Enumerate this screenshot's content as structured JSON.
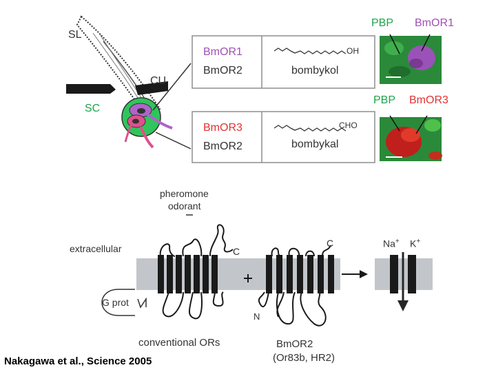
{
  "citation": "Nakagawa et al., Science 2005",
  "top_panel": {
    "sensillum_label": "SL",
    "cuticle_label": "CU",
    "support_cell_label": "SC",
    "colors": {
      "support_cell": "#2fc55a",
      "receptor_purple": "#b064c8",
      "receptor_pink": "#e0508c"
    },
    "boxes": [
      {
        "receptor": "BmOR1",
        "receptor_color": "#a050b4",
        "coreceptor": "BmOR2",
        "ligand_group": "OH",
        "ligand_name": "bombykol"
      },
      {
        "receptor": "BmOR3",
        "receptor_color": "#e23232",
        "coreceptor": "BmOR2",
        "ligand_group": "CHO",
        "ligand_name": "bombykal"
      }
    ],
    "micrographs": [
      {
        "label_left": "PBP",
        "label_right": "BmOR1",
        "label_right_color": "#a050b4"
      },
      {
        "label_left": "PBP",
        "label_right": "BmOR3",
        "label_right_color": "#e23232"
      }
    ]
  },
  "bottom_panel": {
    "ligand_line1": "pheromone",
    "ligand_line2": "odorant",
    "extracellular_label": "extracellular",
    "g_protein_label": "G prot",
    "c_term_left": "C",
    "c_term_right": "C",
    "n_term_right": "N",
    "conventional_label": "conventional ORs",
    "bmor2_label": "BmOR2",
    "bmor2_sub": "(Or83b, HR2)",
    "na_label": "Na",
    "k_label": "K",
    "plus": "+",
    "colors": {
      "membrane": "#c2c6ca",
      "helix": "#1a1a1a",
      "channel_arrow": "#262626"
    }
  }
}
